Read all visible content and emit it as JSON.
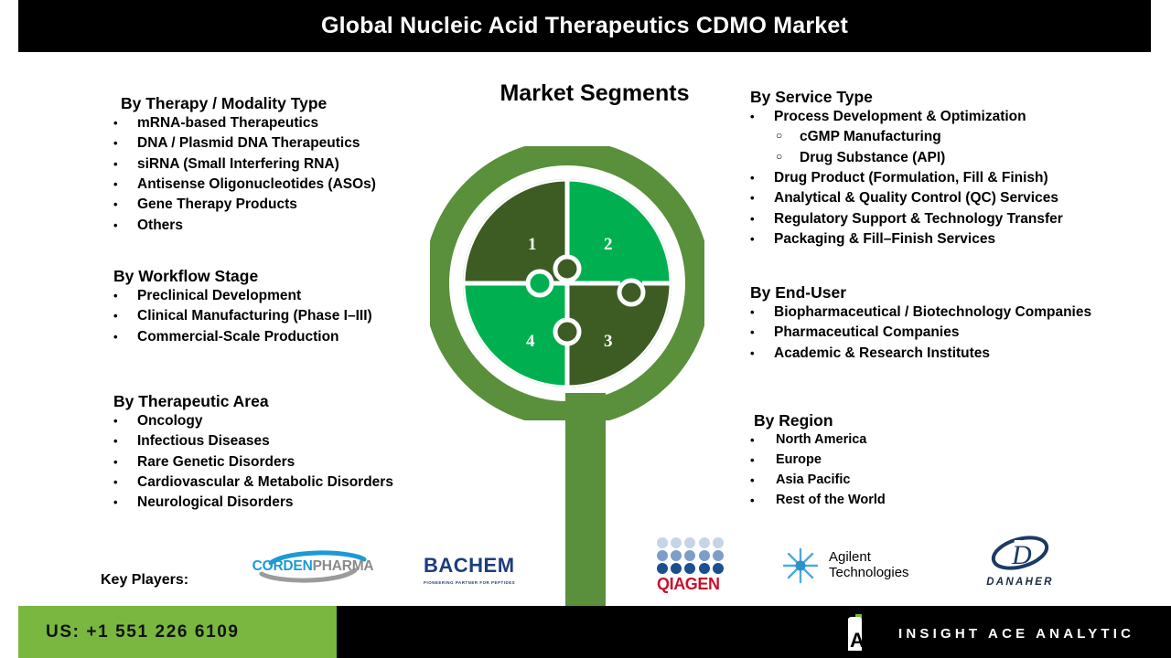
{
  "header": {
    "title": "Global Nucleic Acid Therapeutics CDMO Market"
  },
  "center": {
    "title": "Market Segments",
    "segments": [
      {
        "number": "1",
        "color": "#3d5c23"
      },
      {
        "number": "2",
        "color": "#00b050"
      },
      {
        "number": "3",
        "color": "#3d5c23"
      },
      {
        "number": "4",
        "color": "#00b050"
      }
    ],
    "ring_color": "#5a8f3c"
  },
  "left_column": [
    {
      "title": "By Therapy / Modality Type",
      "items": [
        "mRNA-based Therapeutics",
        "DNA / Plasmid DNA Therapeutics",
        "siRNA (Small Interfering RNA)",
        "Antisense Oligonucleotides (ASOs)",
        "Gene Therapy Products",
        "Others"
      ]
    },
    {
      "title": "By Workflow Stage",
      "items": [
        "Preclinical Development",
        "Clinical Manufacturing (Phase I–III)",
        "Commercial-Scale Production"
      ]
    },
    {
      "title": "By Therapeutic Area",
      "items": [
        "Oncology",
        "Infectious Diseases",
        "Rare Genetic Disorders",
        "Cardiovascular & Metabolic Disorders",
        "Neurological Disorders"
      ]
    }
  ],
  "right_column": [
    {
      "title": "By Service Type",
      "items": [
        "Process Development & Optimization",
        "Drug Product (Formulation, Fill & Finish)",
        "Analytical & Quality Control (QC) Services",
        "Regulatory Support & Technology Transfer",
        "Packaging & Fill–Finish Services"
      ],
      "sub_items": [
        "cGMP Manufacturing",
        "Drug Substance (API)"
      ]
    },
    {
      "title": "By End-User",
      "items": [
        "Biopharmaceutical / Biotechnology Companies",
        "Pharmaceutical Companies",
        "Academic & Research Institutes"
      ]
    },
    {
      "title": "By Region",
      "items": [
        "North America",
        "Europe",
        "Asia Pacific",
        "Rest of the World"
      ]
    }
  ],
  "bullet_glyph": "•",
  "sub_bullet_glyph": "○",
  "key_players": {
    "label": "Key Players:",
    "logos": [
      {
        "name": "corden-pharma",
        "part1": "CORDEN",
        "part2": "PHARMA"
      },
      {
        "name": "bachem",
        "word": "BACHEM",
        "tagline": "PIONEERING PARTNER FOR PEPTIDES"
      },
      {
        "name": "qiagen",
        "word": "QIAGEN"
      },
      {
        "name": "agilent",
        "line1": "Agilent",
        "line2": "Technologies"
      },
      {
        "name": "danaher",
        "mark": "D",
        "word": "DANAHER"
      }
    ]
  },
  "footer": {
    "phone": "US: +1 551 226 6109",
    "brand": "INSIGHT ACE ANALYTIC",
    "brand_mark": "A",
    "green": "#7ab741",
    "black": "#000000"
  }
}
